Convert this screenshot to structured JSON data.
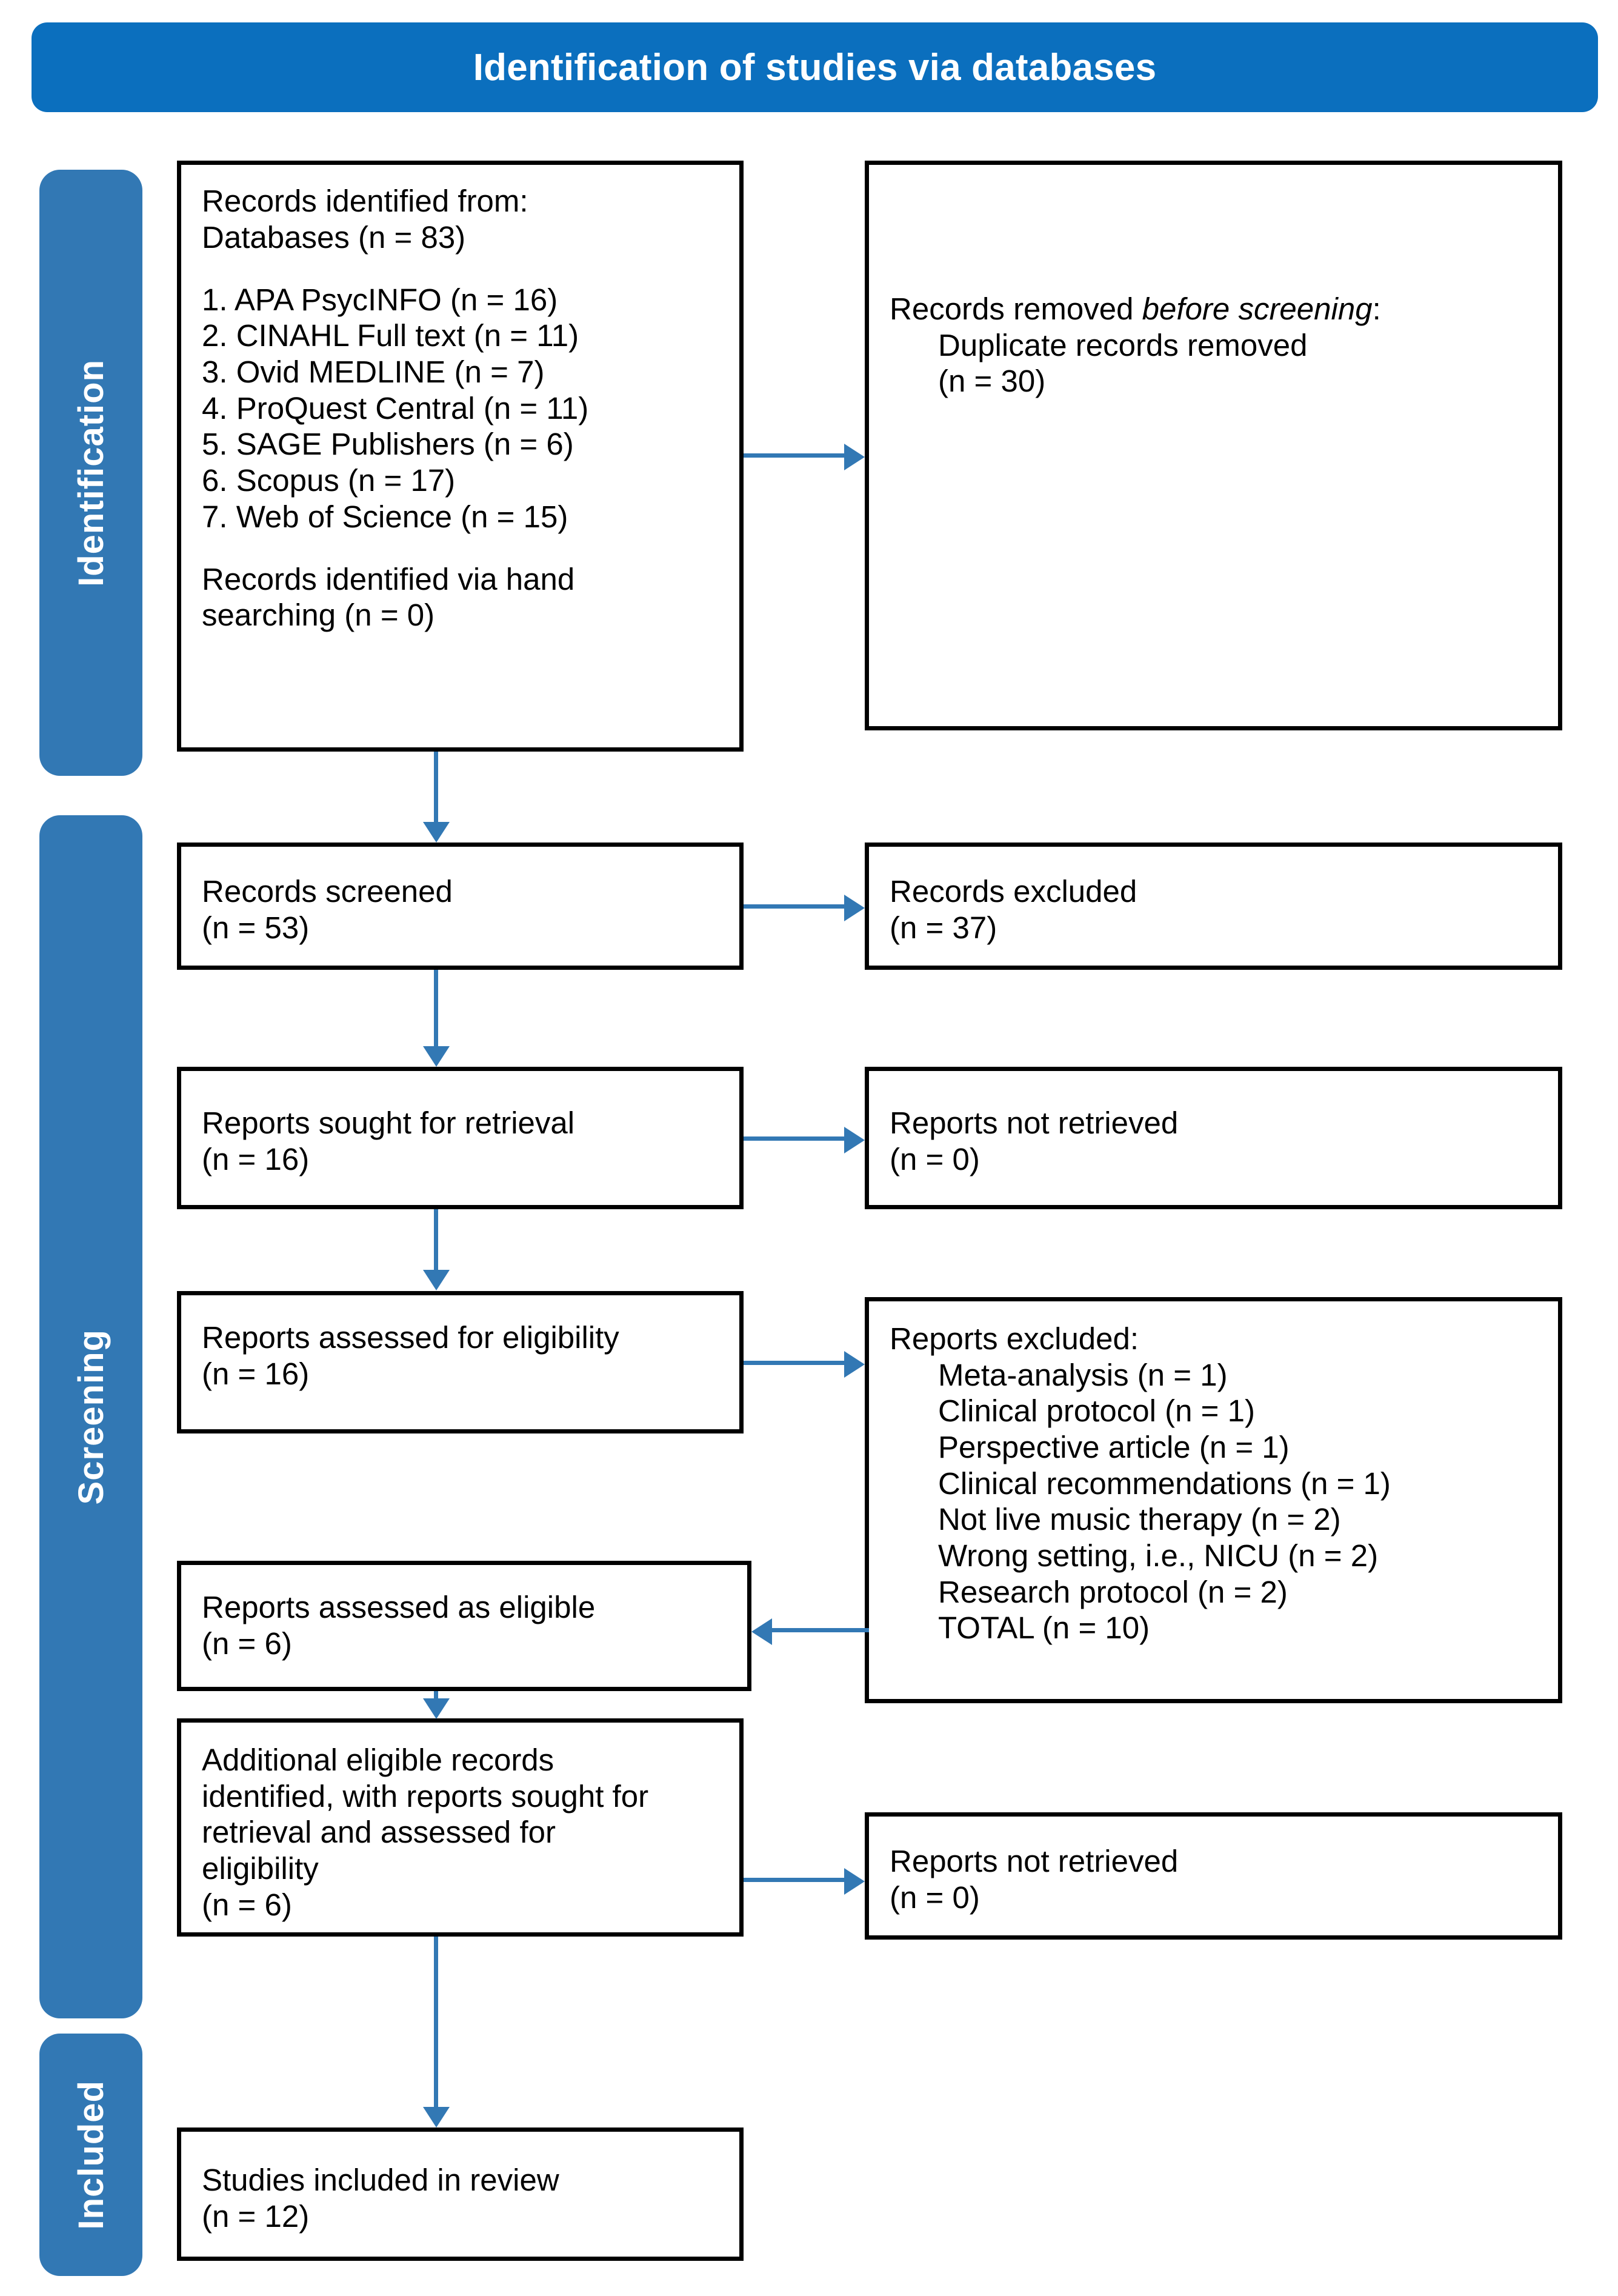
{
  "banner": {
    "title": "Identification of studies via databases",
    "color": "#0b6fbe"
  },
  "stages": {
    "color": "#3278b4",
    "items": [
      {
        "label": "Identification"
      },
      {
        "label": "Screening"
      },
      {
        "label": "Included"
      }
    ]
  },
  "arrow_color": "#3278b4",
  "boxes": {
    "records_identified": {
      "heading_line1": "Records identified from:",
      "heading_line2": "Databases (n = 83)",
      "databases": [
        "1. APA PsycINFO (n = 16)",
        "2. CINAHL Full text (n = 11)",
        "3. Ovid MEDLINE (n = 7)",
        "4. ProQuest Central (n = 11)",
        "5. SAGE Publishers (n = 6)",
        "6. Scopus (n = 17)",
        "7. Web of Science (n = 15)"
      ],
      "hand_line1": "Records identified via hand",
      "hand_line2": "searching (n = 0)"
    },
    "records_removed": {
      "heading_prefix": "Records removed ",
      "heading_italic": "before screening",
      "heading_suffix": ":",
      "detail_line1": "Duplicate records removed",
      "detail_line2": "(n = 30)"
    },
    "records_screened": {
      "line1": "Records screened",
      "line2": "(n = 53)"
    },
    "records_excluded": {
      "line1": "Records excluded",
      "line2": "(n = 37)"
    },
    "reports_sought": {
      "line1": "Reports sought for retrieval",
      "line2": "(n = 16)"
    },
    "reports_not_retrieved_1": {
      "line1": "Reports not retrieved",
      "line2": "(n = 0)"
    },
    "reports_assessed_eligibility": {
      "line1": "Reports assessed for eligibility",
      "line2": "(n =  16)"
    },
    "reports_excluded_list": {
      "heading": "Reports excluded:",
      "reasons": [
        "Meta-analysis (n = 1)",
        "Clinical protocol (n = 1)",
        "Perspective article (n = 1)",
        "Clinical recommendations (n = 1)",
        "Not live music therapy (n = 2)",
        "Wrong setting, i.e., NICU (n = 2)",
        "Research protocol (n = 2)",
        "TOTAL (n = 10)"
      ]
    },
    "reports_eligible": {
      "line1": "Reports assessed as eligible",
      "line2": "(n = 6)"
    },
    "additional_eligible": {
      "line1": "Additional eligible records",
      "line2": "identified, with reports sought for",
      "line3": "retrieval and assessed for",
      "line4": "eligibility",
      "line5": "(n = 6)"
    },
    "reports_not_retrieved_2": {
      "line1": "Reports not retrieved",
      "line2": "(n = 0)"
    },
    "studies_included": {
      "line1": "Studies included in review",
      "line2": "(n = 12)"
    }
  }
}
